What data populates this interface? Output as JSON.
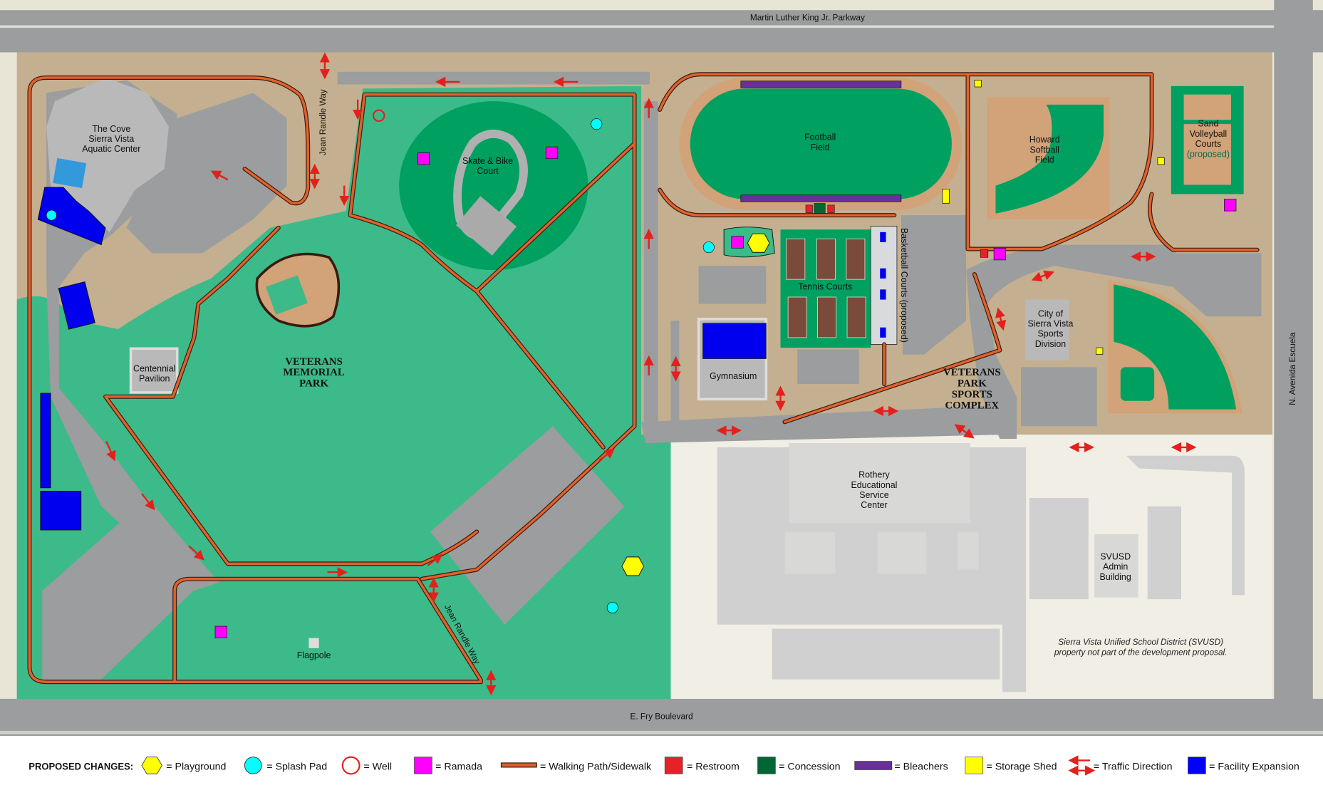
{
  "roads": {
    "north": "Martin Luther King Jr. Parkway",
    "south": "E. Fry Boulevard",
    "east": "N. Avenida Escuela",
    "internal_north": "Jean Randle Way",
    "internal_south": "Jean Randle Way"
  },
  "areas": {
    "park_title": [
      "VETERANS",
      "MEMORIAL",
      "PARK"
    ],
    "sports_title": [
      "VETERANS",
      "PARK",
      "SPORTS",
      "COMPLEX"
    ],
    "cove": [
      "The Cove",
      "Sierra Vista",
      "Aquatic Center"
    ],
    "pavilion": [
      "Centennial",
      "Pavilion"
    ],
    "skate": [
      "Skate & Bike",
      "Court"
    ],
    "flagpole": "Flagpole",
    "football": [
      "Football",
      "Field"
    ],
    "softball": [
      "Howard",
      "Softball",
      "Field"
    ],
    "volleyball": [
      "Sand",
      "Volleyball",
      "Courts",
      "(proposed)"
    ],
    "tennis": "Tennis Courts",
    "basketball": "Basketball Courts (proposed)",
    "gym": "Gymnasium",
    "city_sports": [
      "City of",
      "Sierra Vista",
      "Sports",
      "Division"
    ],
    "rothery": [
      "Rothery",
      "Educational",
      "Service",
      "Center"
    ],
    "svusd_admin": [
      "SVUSD",
      "Admin",
      "Building"
    ],
    "svusd_note": [
      "Sierra Vista Unified School District (SVUSD)",
      "property not part of the development proposal."
    ]
  },
  "legend": {
    "title": "PROPOSED CHANGES:",
    "items": [
      {
        "label": "= Playground",
        "icon": "hexagon",
        "color": "#ffff00"
      },
      {
        "label": "= Splash Pad",
        "icon": "circle",
        "color": "#00ffff"
      },
      {
        "label": "= Well",
        "icon": "ring",
        "color": "#e02020"
      },
      {
        "label": "= Ramada",
        "icon": "square",
        "color": "#ff00ff"
      },
      {
        "label": "= Walking Path/Sidewalk",
        "icon": "line",
        "color": "#d9622b"
      },
      {
        "label": "= Restroom",
        "icon": "square",
        "color": "#e52228"
      },
      {
        "label": "= Concession",
        "icon": "square",
        "color": "#006633"
      },
      {
        "label": "= Bleachers",
        "icon": "bar",
        "color": "#6a2f98"
      },
      {
        "label": "= Storage Shed",
        "icon": "square",
        "color": "#ffff00"
      },
      {
        "label": "= Traffic Direction",
        "icon": "arrows",
        "color": "#e52228"
      },
      {
        "label": "= Facility Expansion",
        "icon": "square",
        "color": "#0000ff"
      }
    ]
  },
  "colors": {
    "park_green": "#3dba8a",
    "field_green": "#00a060",
    "ground_tan": "#c4b090",
    "road_grey": "#9b9d9e",
    "svusd_cream": "#f1eee6"
  }
}
